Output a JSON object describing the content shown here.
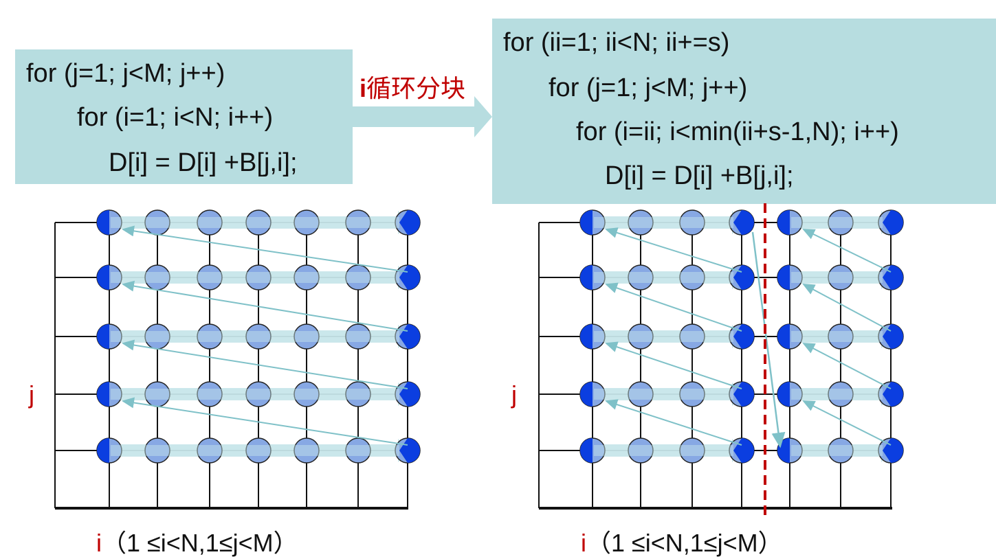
{
  "code_original": {
    "lines": [
      "for (j=1; j<M; j++)",
      "for (i=1; i<N; i++)",
      "D[i] = D[i] +B[j,i];"
    ]
  },
  "code_blocked": {
    "lines": [
      "for (ii=1; ii<N; ii+=s)",
      "for (j=1; j<M; j++)",
      "for (i=ii; i<min(ii+s-1,N); i++)",
      "D[i] = D[i] +B[j,i];"
    ]
  },
  "transform": {
    "label_bold": "i",
    "label_rest": "循环分块"
  },
  "diagrams": [
    {
      "x_label_var": "i",
      "x_label_rest": "（1 ≤i<N,1≤j<M）",
      "y_label": "j",
      "columns": 7,
      "rows": 5,
      "blocked": false
    },
    {
      "x_label_var": "i",
      "x_label_rest": "（1 ≤i<N,1≤j<M）",
      "y_label": "j",
      "columns": 7,
      "rows": 5,
      "blocked": true,
      "block_size": 4
    }
  ],
  "colors": {
    "code_background": "#b7dde0",
    "node_fill": "#87a8e4",
    "node_highlight": "#0b3ee0",
    "traversal_band": "#c8e6ea",
    "traversal_arrow": "#7fc1c8",
    "block_divider": "#c00000",
    "label_red": "#c00000"
  }
}
